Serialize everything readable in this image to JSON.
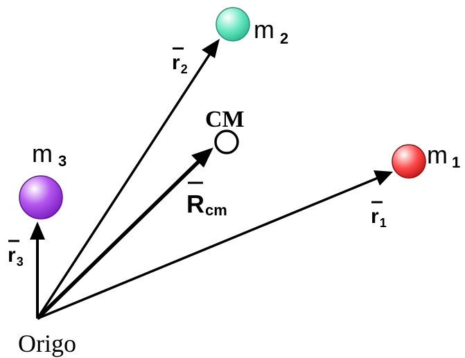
{
  "origin": {
    "label": "Origo"
  },
  "center_of_mass": {
    "label": "CM",
    "vector": {
      "symbol": "R",
      "subscript": "cm"
    }
  },
  "masses": [
    {
      "id": "m1",
      "symbol": "m",
      "index": "1",
      "color": "#ff4a4a",
      "vector": {
        "symbol": "r",
        "subscript": "1"
      }
    },
    {
      "id": "m2",
      "symbol": "m",
      "index": "2",
      "color": "#66e8c2",
      "vector": {
        "symbol": "r",
        "subscript": "2"
      }
    },
    {
      "id": "m3",
      "symbol": "m",
      "index": "3",
      "color": "#b455f0",
      "vector": {
        "symbol": "r",
        "subscript": "3"
      }
    }
  ],
  "colors": {
    "ink": "#000000",
    "background": "#ffffff"
  }
}
